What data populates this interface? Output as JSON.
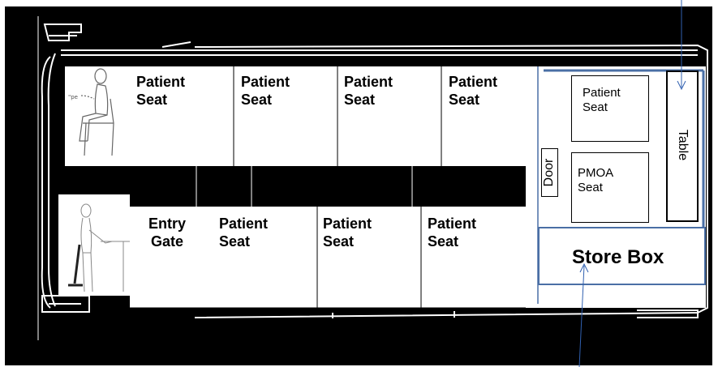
{
  "top_row_seats": [
    "Patient\nSeat",
    "Patient\nSeat",
    "Patient\nSeat",
    "Patient\nSeat"
  ],
  "bottom_row": [
    "Entry\nGate",
    "Patient\nSeat",
    "Patient\nSeat",
    "Patient\nSeat"
  ],
  "cabin": {
    "patient_seat": "Patient\nSeat",
    "pmoa_seat": "PMOA\nSeat",
    "door": "Door",
    "table": "Table",
    "store_box": "Store Box"
  },
  "colors": {
    "background": "#000000",
    "outline": "#ffffff",
    "accent_blue": "#4a6fa5",
    "arrow_blue": "#3060b0"
  },
  "icons": [
    "seated-person-icon",
    "standing-person-icon"
  ]
}
